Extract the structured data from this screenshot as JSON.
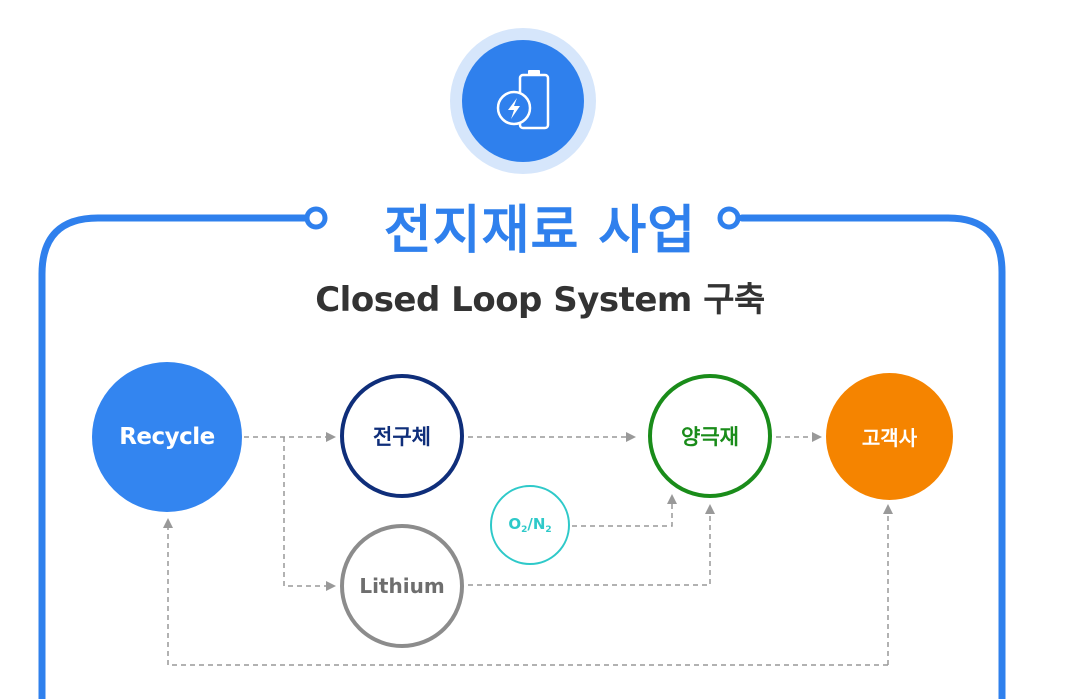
{
  "header": {
    "icon": "battery-lightning-icon",
    "title": "전지재료 사업",
    "subtitle": "Closed Loop System 구축"
  },
  "nodes": {
    "recycle": "Recycle",
    "precursor": "전구체",
    "cathode": "양극재",
    "customer": "고객사",
    "lithium": "Lithium",
    "gas": {
      "o": "O",
      "o_sub": "2",
      "slash": "/",
      "n": "N",
      "n_sub": "2"
    }
  },
  "colors": {
    "frame_blue": "#2f80ed",
    "recycle_blue": "#3385f0",
    "precursor_navy": "#0f2e7a",
    "cathode_green": "#1a8c1a",
    "customer_orange": "#f58400",
    "lithium_gray": "#8c8c8c",
    "gas_teal": "#2ec9c9",
    "arrow_gray": "#999999"
  }
}
